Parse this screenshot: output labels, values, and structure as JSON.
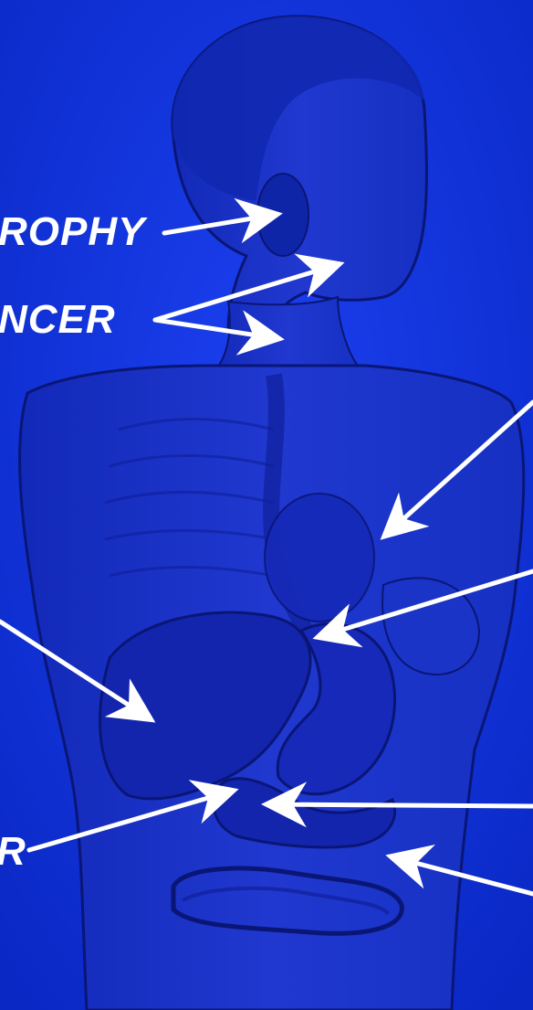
{
  "labels": {
    "atrophy": "ROPHY",
    "cancer": "NCER",
    "bottom_left": "R"
  },
  "colors": {
    "background": "#0a2fd6",
    "figure_fill": "#1a2fc4",
    "figure_shadow": "#0f1f9a",
    "outline": "#0a1676",
    "arrow": "#ffffff",
    "label": "#ffffff"
  },
  "icons": [
    "arrow-icon"
  ]
}
